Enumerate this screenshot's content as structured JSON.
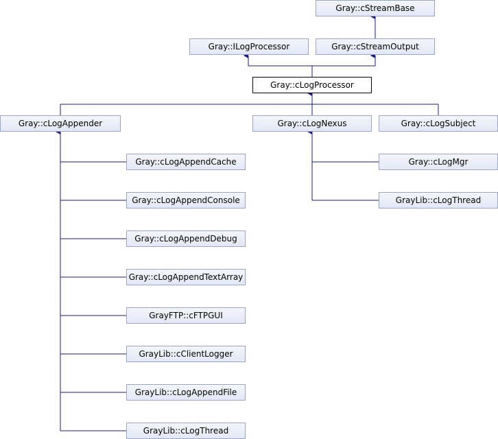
{
  "diagram": {
    "nodes": {
      "cStreamBase": "Gray::cStreamBase",
      "ILogProcessor": "Gray::ILogProcessor",
      "cStreamOutput": "Gray::cStreamOutput",
      "cLogProcessor": "Gray::cLogProcessor",
      "cLogAppender": "Gray::cLogAppender",
      "cLogNexus": "Gray::cLogNexus",
      "cLogSubject": "Gray::cLogSubject",
      "cLogMgr": "Gray::cLogMgr",
      "cLogThread_nexus": "GrayLib::cLogThread",
      "cLogAppendCache": "Gray::cLogAppendCache",
      "cLogAppendConsole": "Gray::cLogAppendConsole",
      "cLogAppendDebug": "Gray::cLogAppendDebug",
      "cLogAppendTextArray": "Gray::cLogAppendTextArray",
      "cFTPGUI": "GrayFTP::cFTPGUI",
      "cClientLogger": "GrayLib::cClientLogger",
      "cLogAppendFile": "GrayLib::cLogAppendFile",
      "cLogThread_appender": "GrayLib::cLogThread"
    },
    "colors": {
      "edge": "#1a1a8c",
      "node_border": "#98a4c8",
      "node_fill": "#e2e7f3",
      "focus_border": "#000000"
    }
  }
}
